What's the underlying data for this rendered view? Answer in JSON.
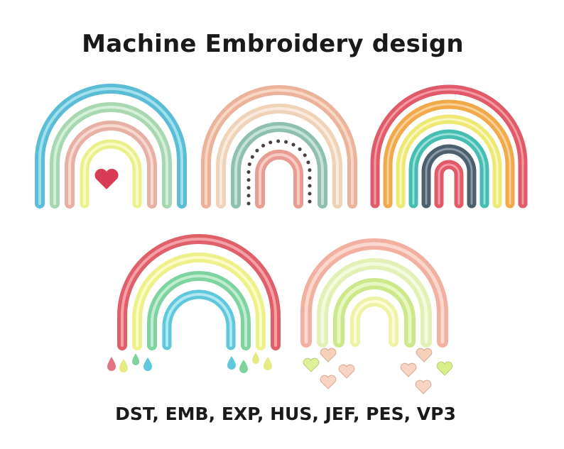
{
  "title": "Machine Embroidery design",
  "formats": "DST, EMB, EXP, HUS, JEF, PES, VP3",
  "designs": [
    {
      "name": "rainbow-heart",
      "colors": [
        "#5bbcd6",
        "#a8d8b2",
        "#e7b0a4",
        "#eaf08a"
      ],
      "accent": "#d93b55"
    },
    {
      "name": "rainbow-dots",
      "colors": [
        "#ebb39a",
        "#eed3b8",
        "#8ebfb0",
        "#e99d92"
      ],
      "accent": "#4a4040"
    },
    {
      "name": "rainbow-classic",
      "colors": [
        "#e05a68",
        "#f2a94a",
        "#eee975",
        "#45bdb0",
        "#4c5f6c",
        "#e05a68"
      ]
    },
    {
      "name": "rainbow-raindrops",
      "colors": [
        "#e0606a",
        "#eef08a",
        "#7fd3a0",
        "#5ec8dc"
      ],
      "drops": [
        "#e57384",
        "#e6ea82",
        "#7fd3a0",
        "#5ec8dc"
      ]
    },
    {
      "name": "rainbow-hearts",
      "colors": [
        "#f2b0a0",
        "#e3f0b6",
        "#cce88a",
        "#eef3a8"
      ],
      "hearts": [
        "#d9f08a",
        "#f4c0b0"
      ]
    }
  ]
}
